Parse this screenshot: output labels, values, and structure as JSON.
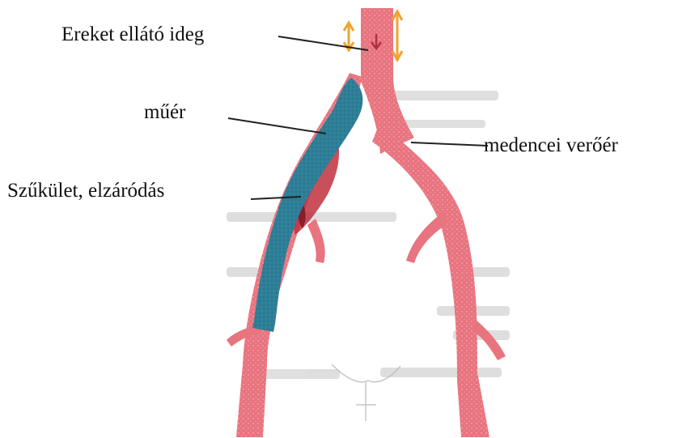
{
  "diagram": {
    "labels": {
      "nerve": "Ereket ellátó ideg",
      "graft": "műér",
      "iliac_artery": "medencei verőér",
      "stenosis": "Szűkület, elzáródás"
    },
    "colors": {
      "artery": "#e8747f",
      "artery_dark": "#d1515d",
      "graft": "#2e7f98",
      "graft_dark": "#1f5f76",
      "stenosis": "#c0303e",
      "nerve": "#f0a330",
      "background_text": "#b8b8b8",
      "leader_line": "#222222"
    }
  }
}
